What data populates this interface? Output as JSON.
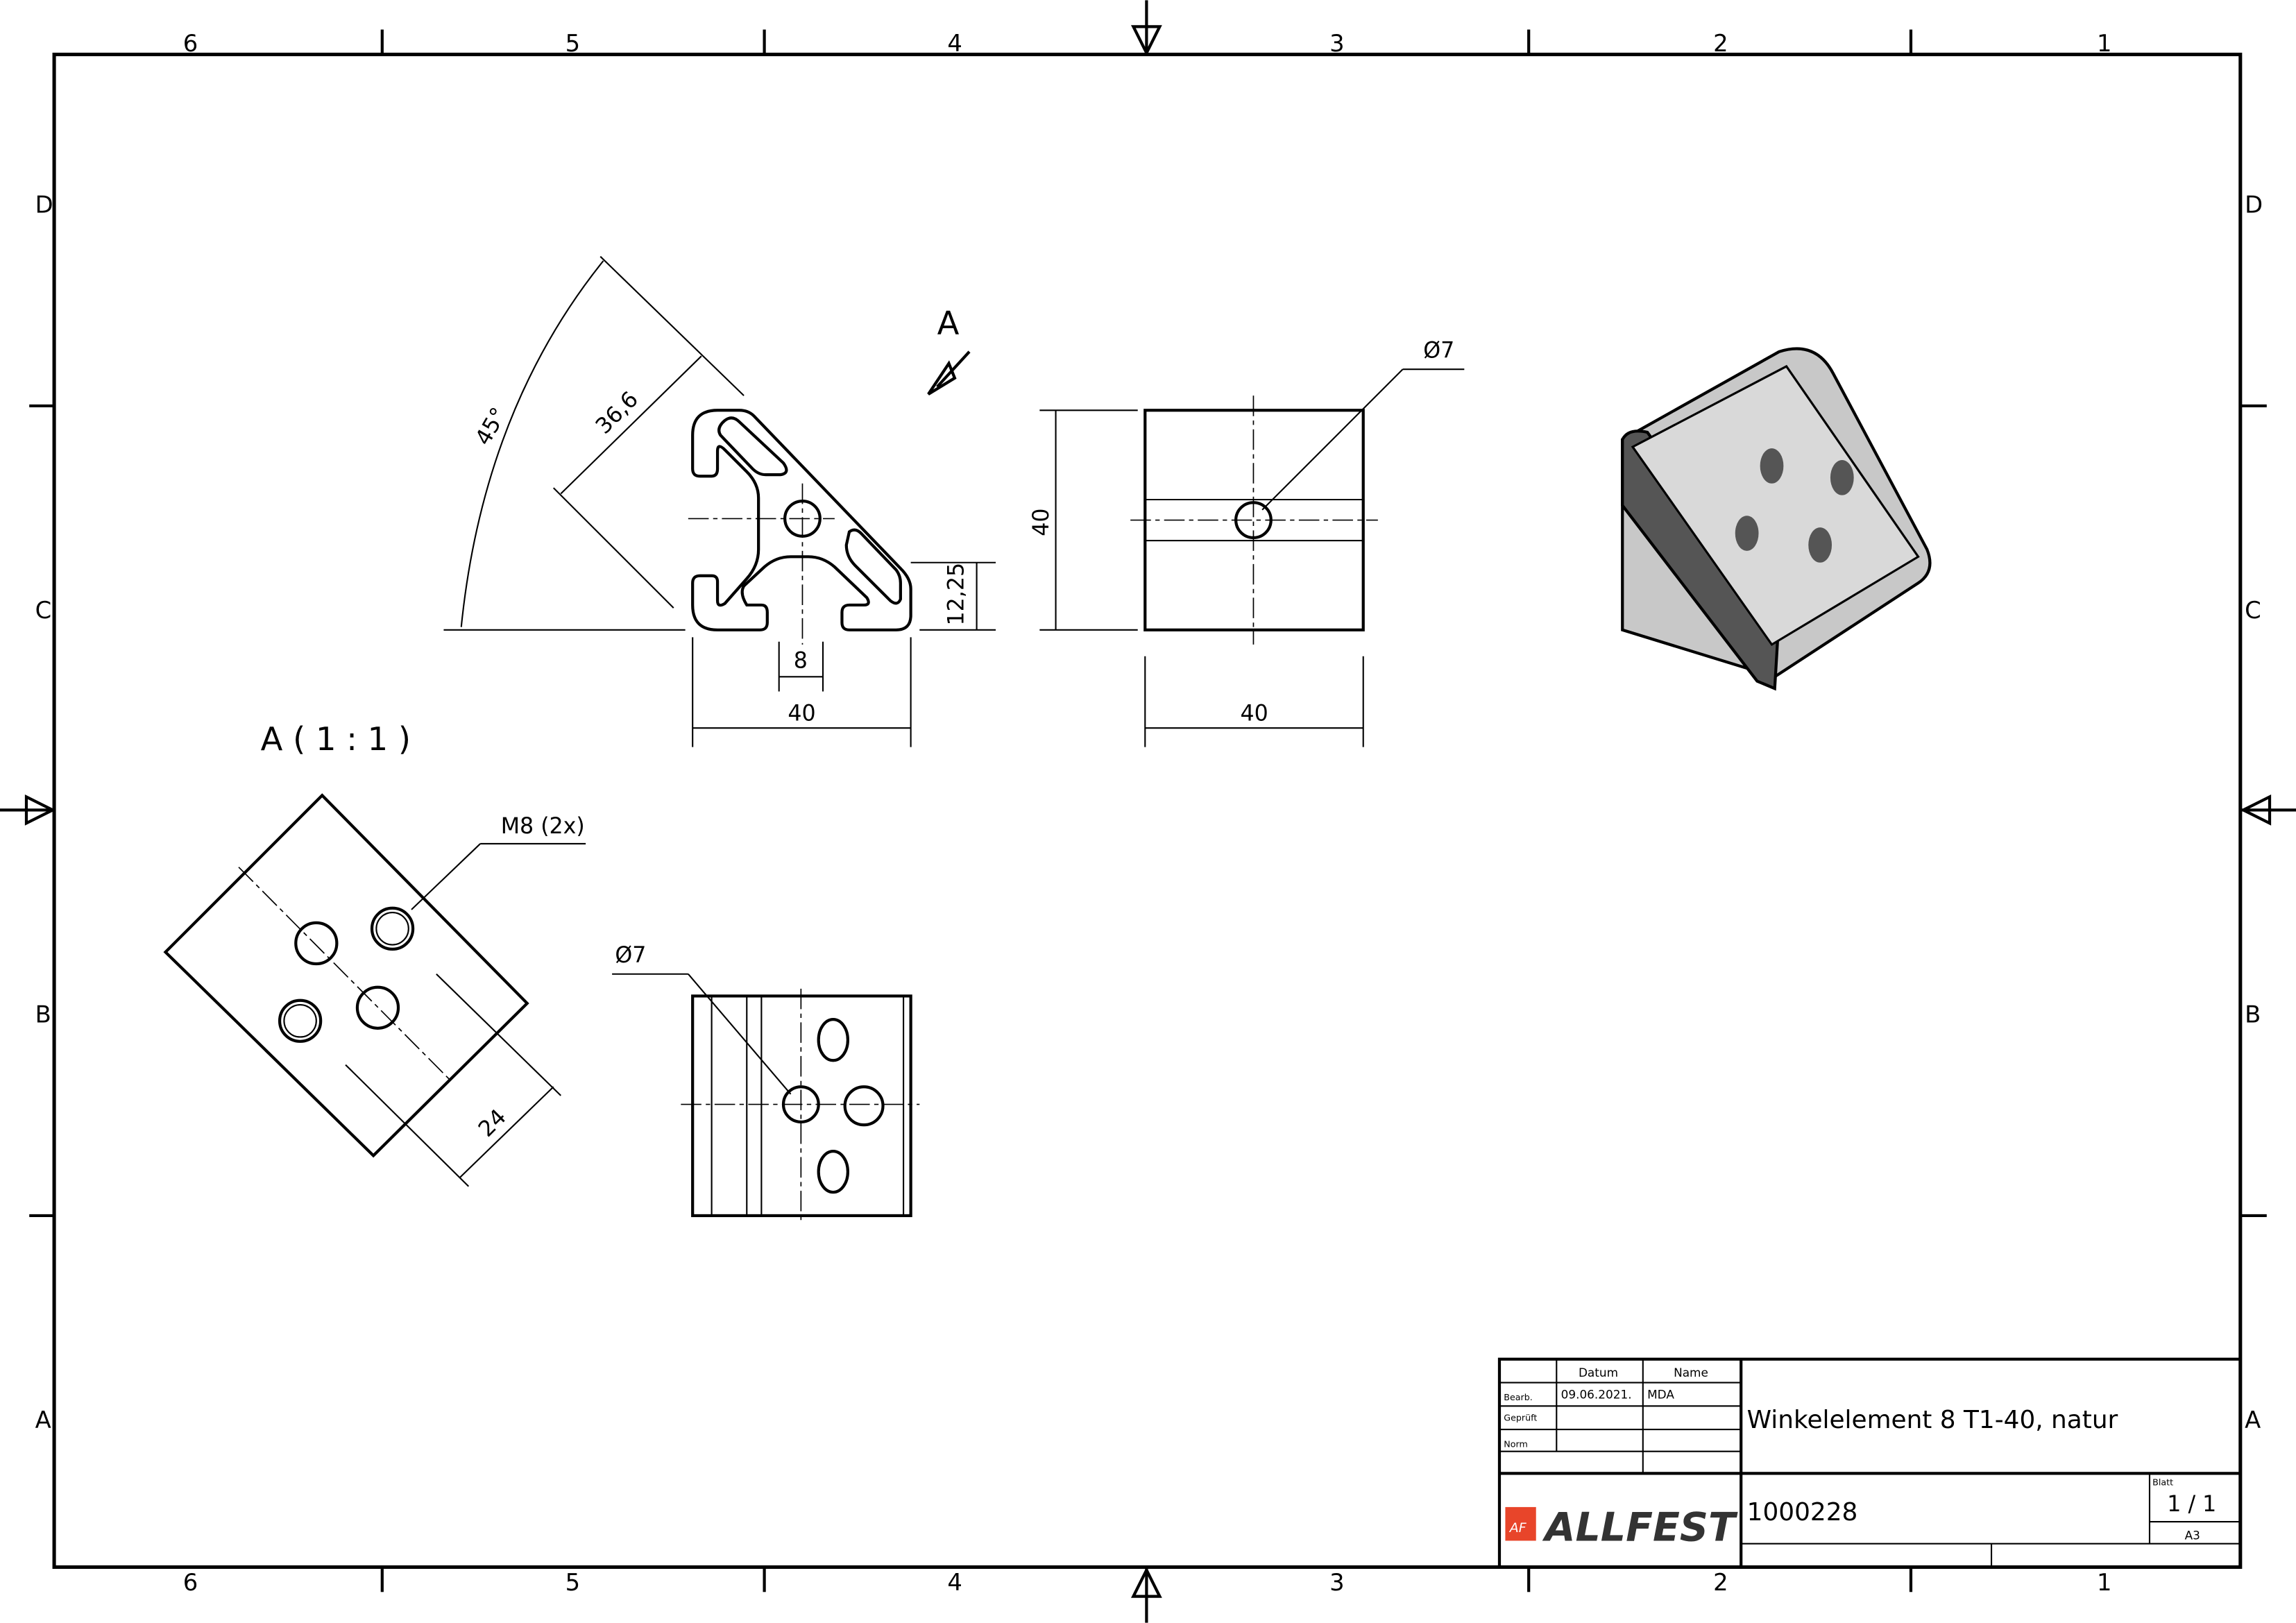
{
  "grid": {
    "columns": [
      "6",
      "5",
      "4",
      "3",
      "2",
      "1"
    ],
    "rows": [
      "D",
      "C",
      "B",
      "A"
    ]
  },
  "views": {
    "view_label": "A",
    "detail_label": "A ( 1 : 1 )",
    "dimensions": {
      "angle": "45°",
      "diag": "36,6",
      "height_offset": "12,25",
      "slot": "8",
      "width_front": "40",
      "height_side": "40",
      "width_side": "40",
      "hole_dia_top": "Ø7",
      "hole_dia_bottom": "Ø7",
      "thread": "M8 (2x)",
      "spacing": "24"
    }
  },
  "title_block": {
    "col_date": "Datum",
    "col_name": "Name",
    "row_drawn": "Bearb.",
    "row_checked": "Geprüft",
    "row_norm": "Norm",
    "drawn_date": "09.06.2021.",
    "drawn_name": "MDA",
    "title": "Winkelelement 8 T1-40, natur",
    "part_number": "1000228",
    "sheet_label": "Blatt",
    "sheet": "1 / 1",
    "format": "A3",
    "logo_text": "ALLFEST",
    "logo_mark": "AF",
    "brand_color": "#e8452a"
  }
}
